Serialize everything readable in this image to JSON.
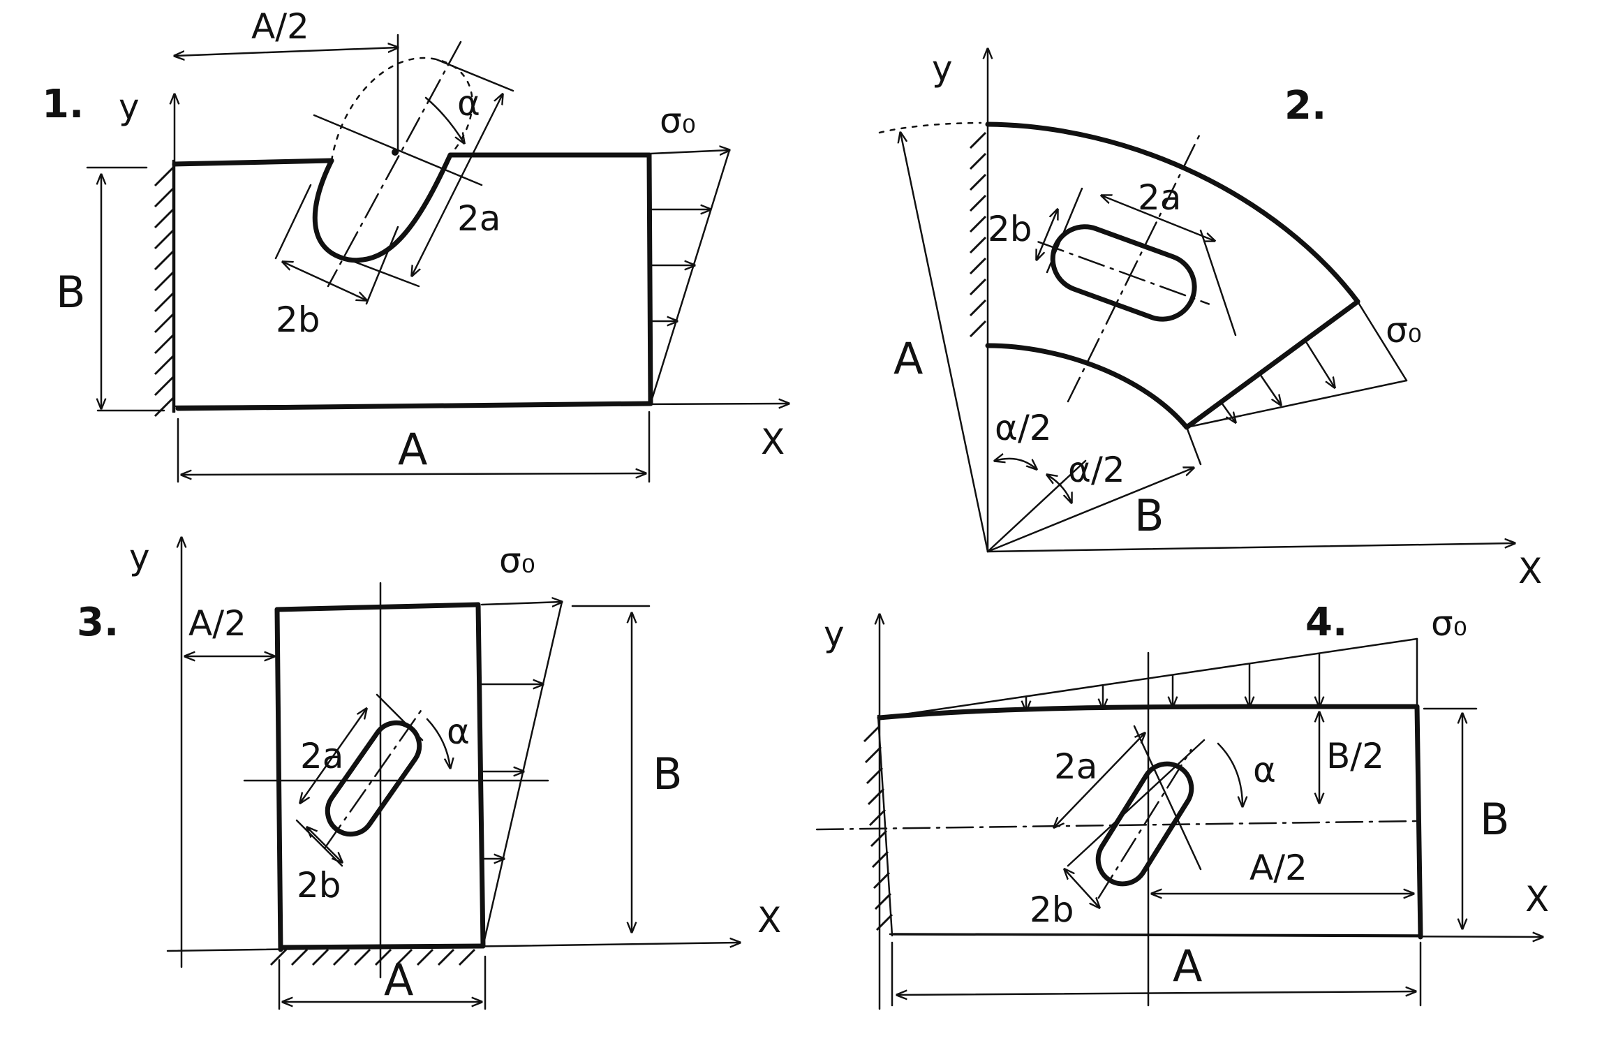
{
  "figures": [
    {
      "number": "1.",
      "axes": {
        "x": "X",
        "y": "y"
      },
      "labels": {
        "half_width": "A/2",
        "width": "A",
        "height": "B",
        "hole_major": "2a",
        "hole_minor": "2b",
        "angle": "α",
        "load": "σ₀"
      }
    },
    {
      "number": "2.",
      "axes": {
        "x": "X",
        "y": "y"
      },
      "labels": {
        "outer_radius": "A",
        "inner_radius": "B",
        "hole_major": "2a",
        "hole_minor": "2b",
        "half_angle_1": "α/2",
        "half_angle_2": "α/2",
        "load": "σ₀"
      }
    },
    {
      "number": "3.",
      "axes": {
        "x": "X",
        "y": "y"
      },
      "labels": {
        "offset": "A/2",
        "width": "A",
        "height": "B",
        "hole_major": "2a",
        "hole_minor": "2b",
        "angle": "α",
        "load": "σ₀"
      }
    },
    {
      "number": "4.",
      "axes": {
        "x": "X",
        "y": "y"
      },
      "labels": {
        "width": "A",
        "half_width": "A/2",
        "height": "B",
        "half_height": "B/2",
        "hole_major": "2a",
        "hole_minor": "2b",
        "angle": "α",
        "load": "σ₀"
      }
    }
  ]
}
